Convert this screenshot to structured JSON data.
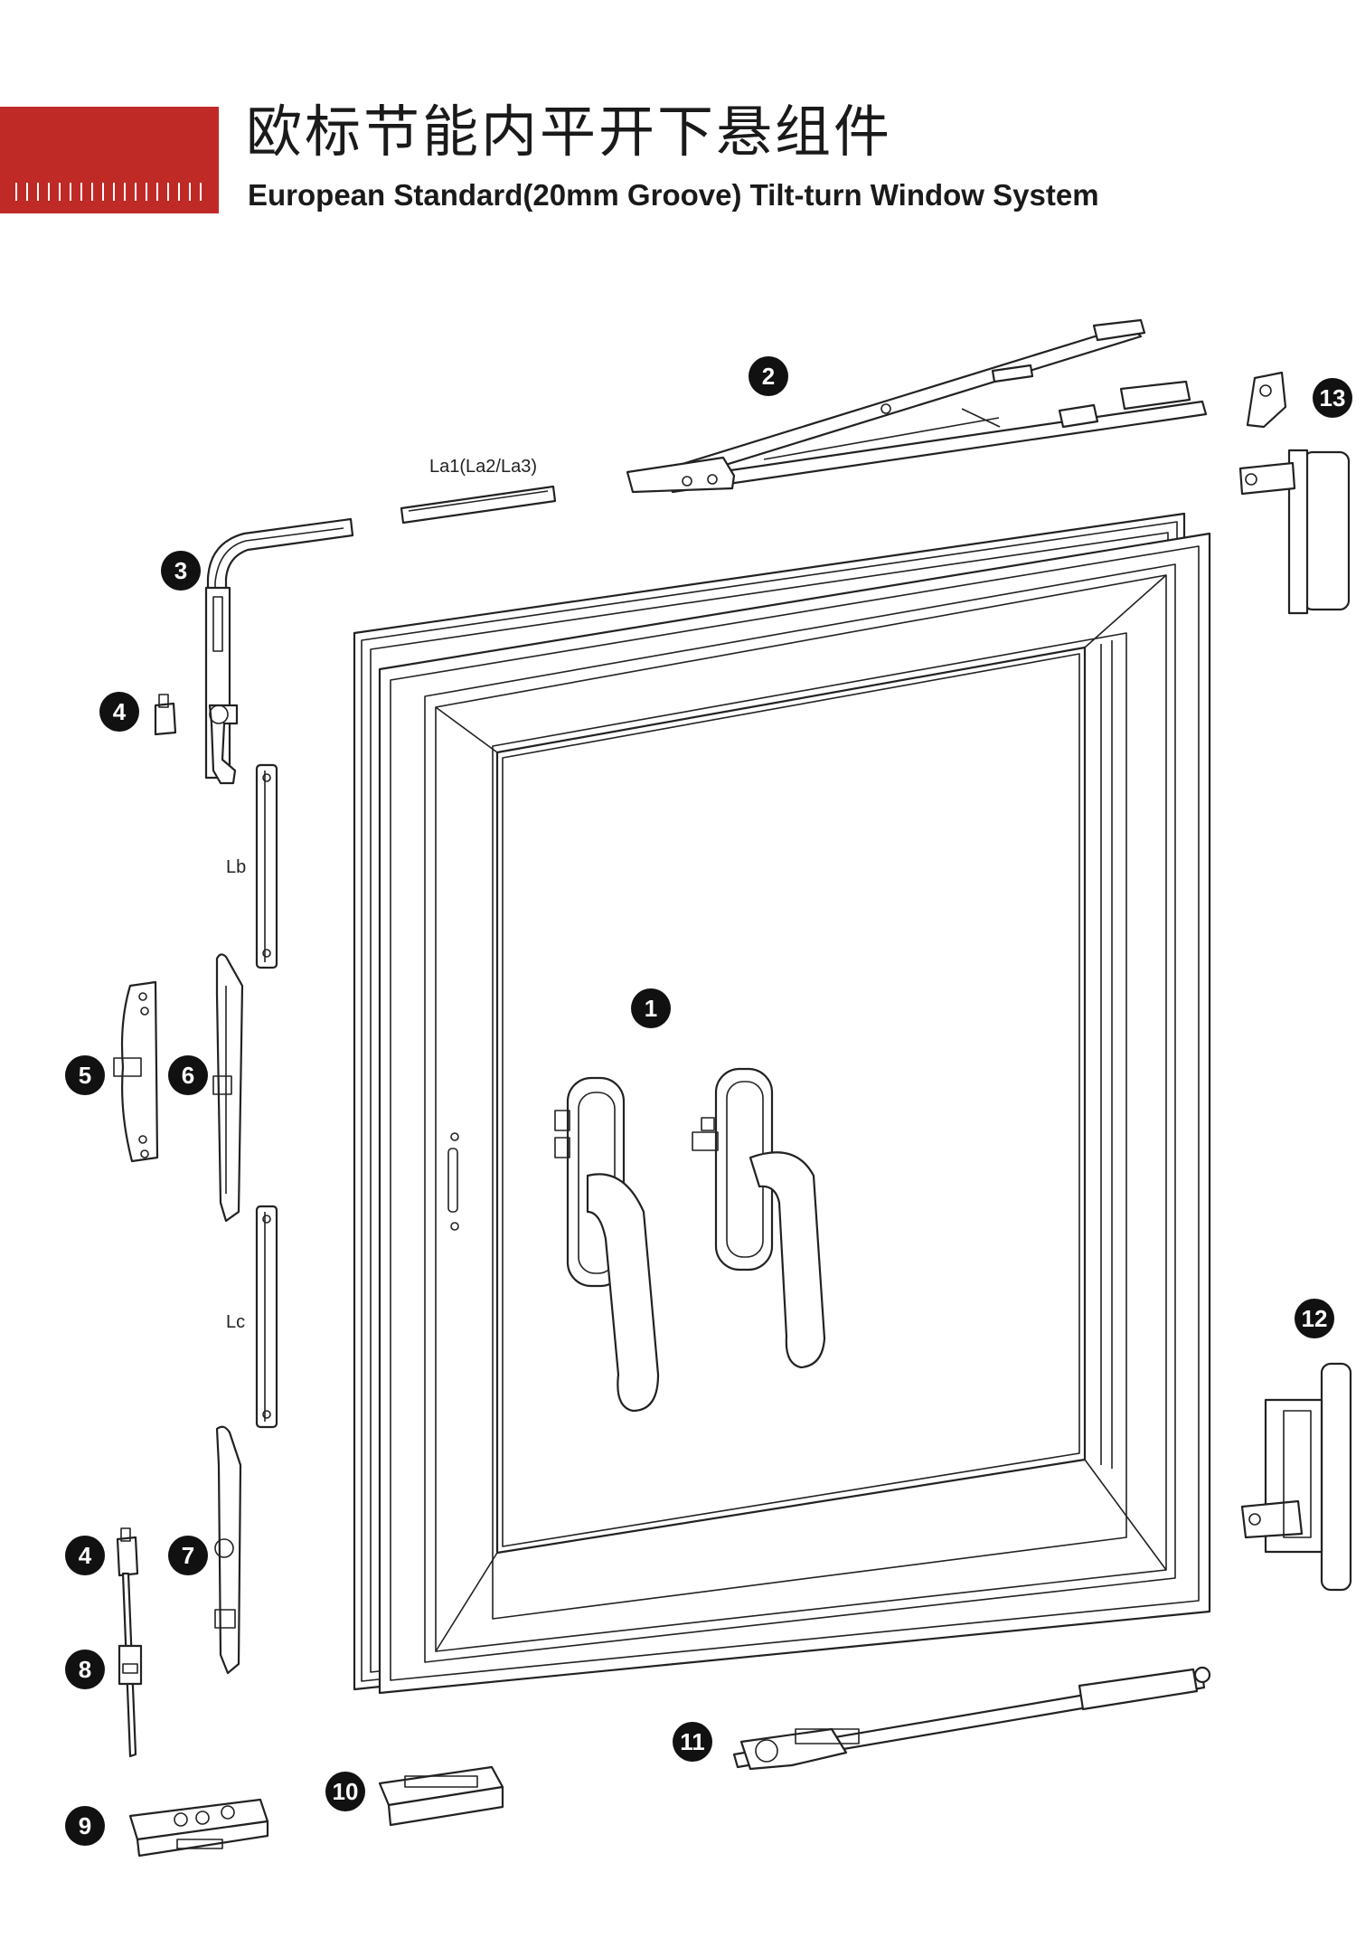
{
  "header": {
    "title_cn": "欧标节能内平开下悬组件",
    "title_en": "European Standard(20mm Groove) Tilt-turn Window System",
    "accent_color": "#bf2a27"
  },
  "dimension_labels": {
    "la": "La1(La2/La3)",
    "lb": "Lb",
    "lc": "Lc"
  },
  "callouts": [
    "1",
    "2",
    "3",
    "4",
    "4",
    "5",
    "6",
    "7",
    "8",
    "9",
    "10",
    "11",
    "12",
    "13"
  ]
}
